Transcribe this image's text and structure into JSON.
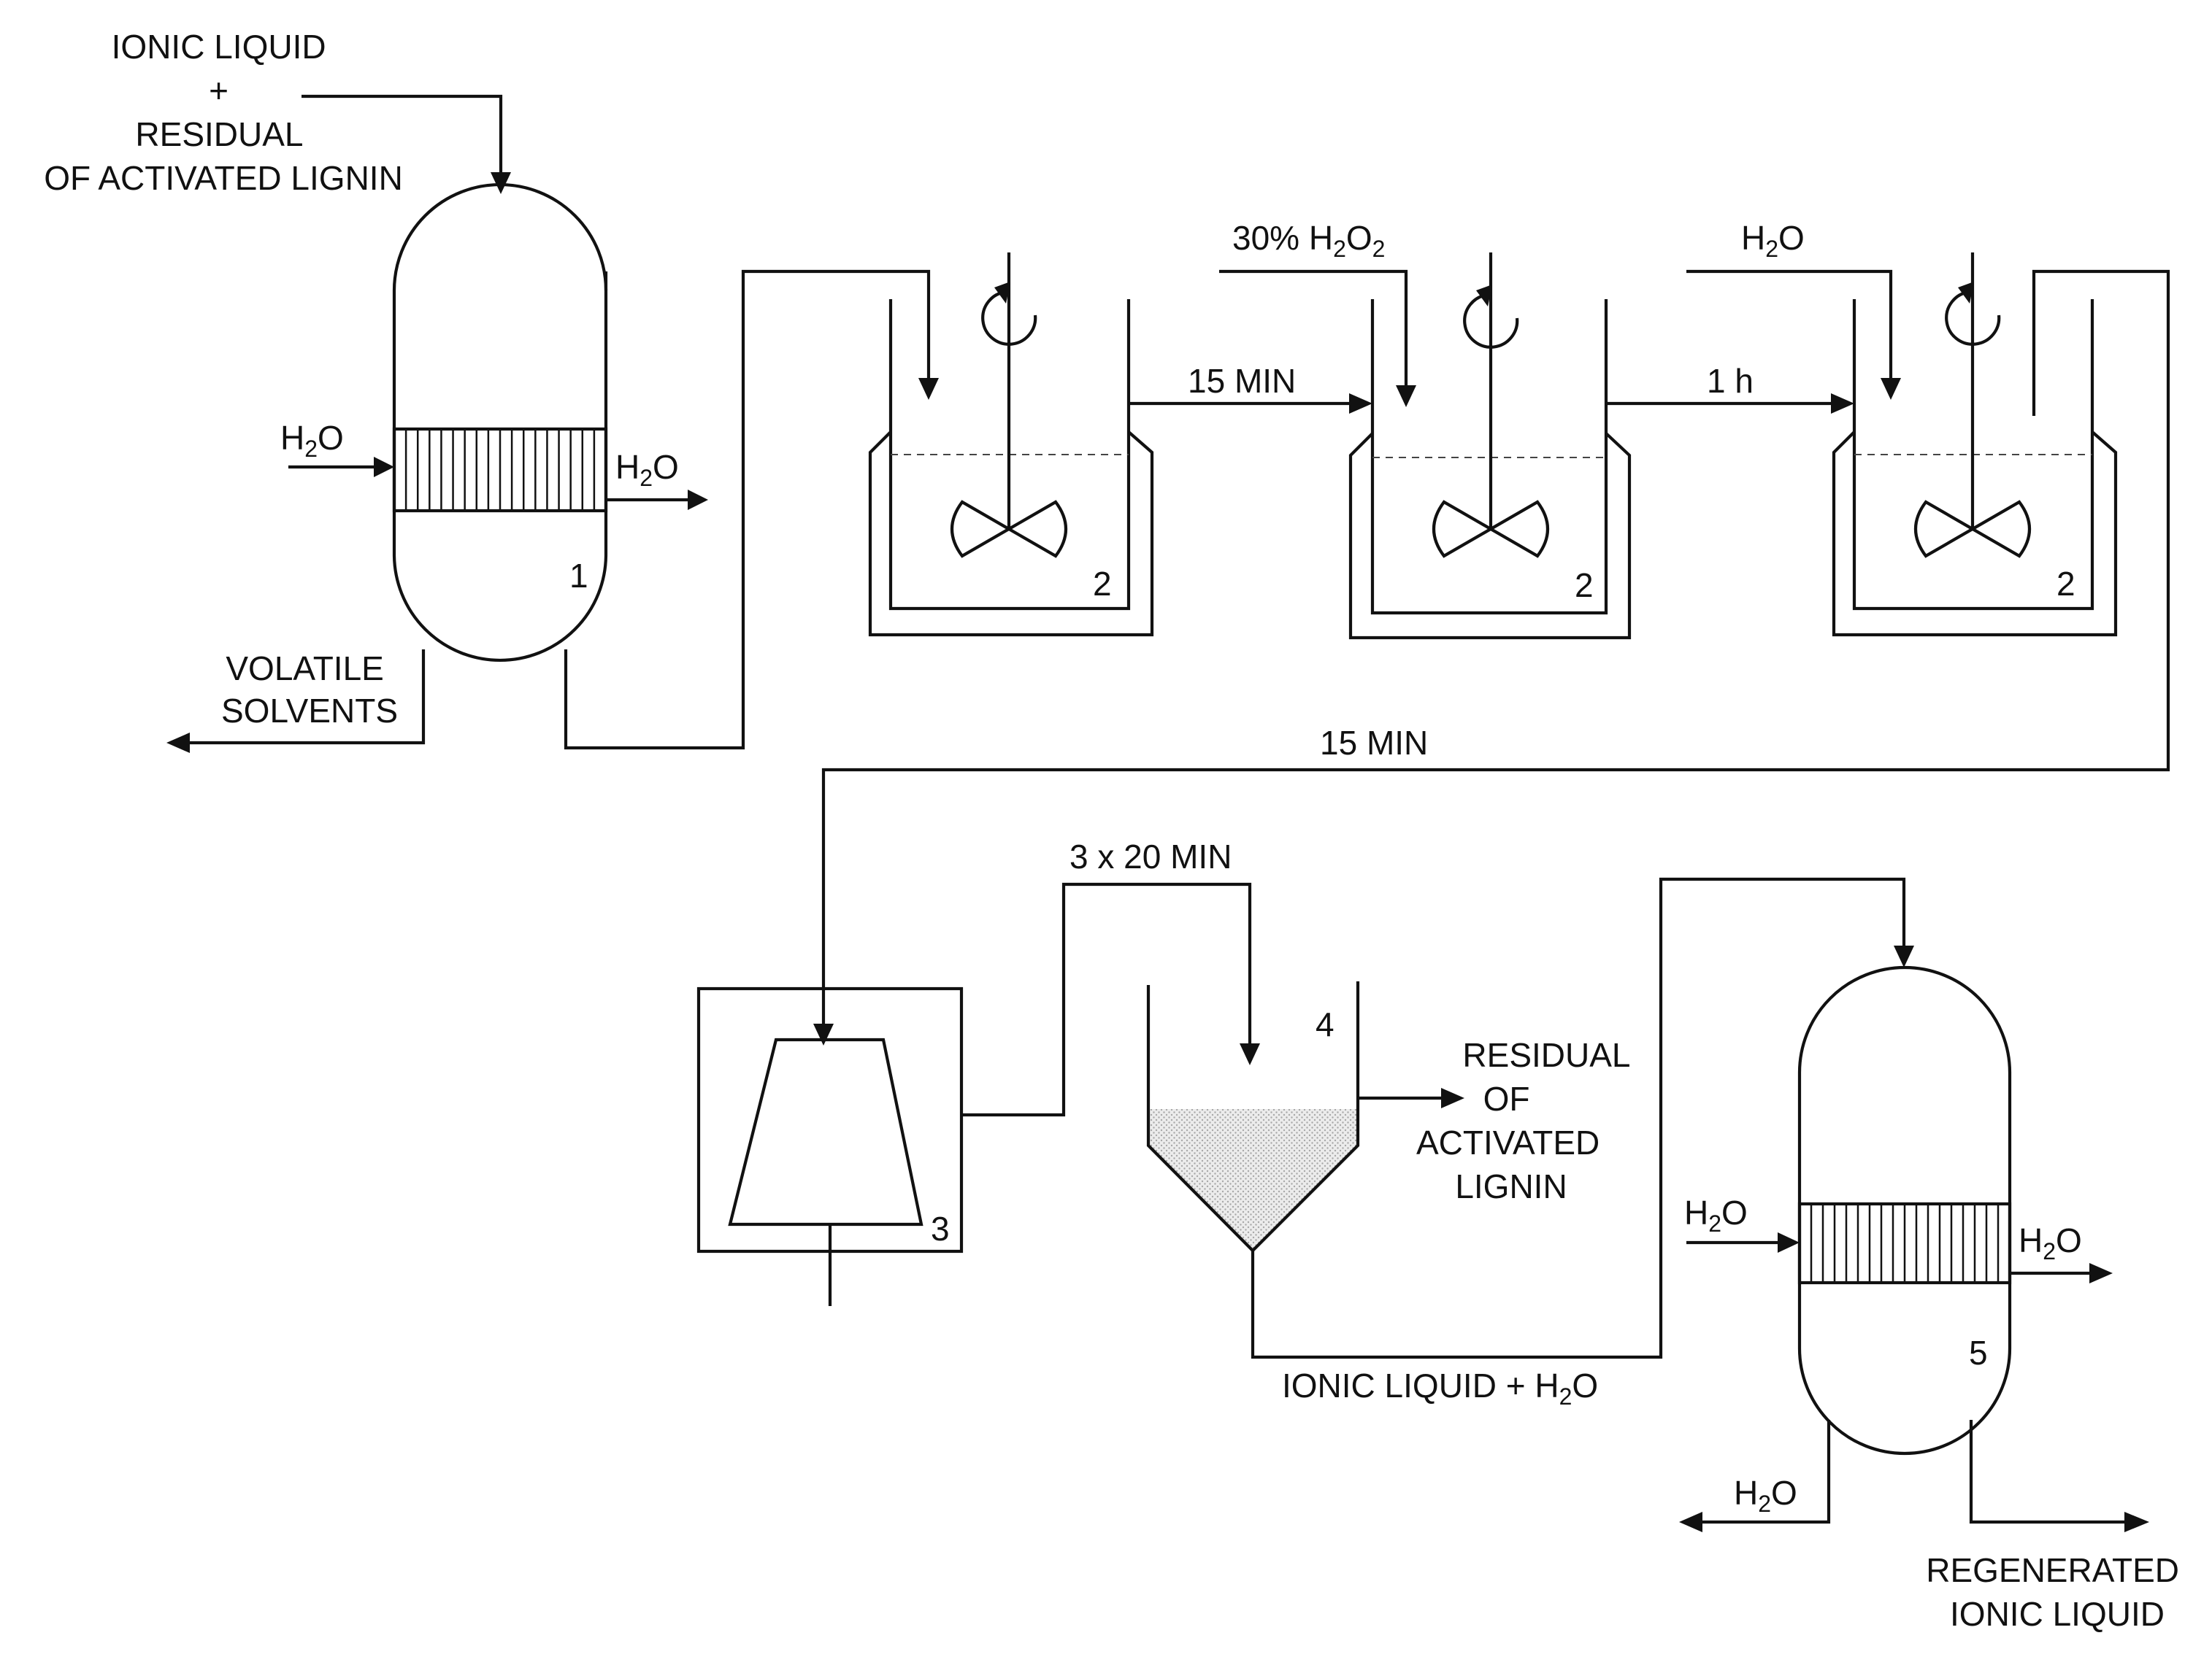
{
  "labels": {
    "feed_line1": "IONIC LIQUID",
    "feed_line2": "+",
    "feed_line3": "RESIDUAL",
    "feed_line4": "OF ACTIVATED LIGNIN",
    "volatile_line1": "VOLATILE",
    "volatile_line2": "SOLVENTS",
    "step_15min_a": "15 MIN",
    "step_1h": "1 h",
    "step_15min_b": "15 MIN",
    "step_3x20min": "3 x 20 MIN",
    "residual_line1": "RESIDUAL",
    "residual_line2": "OF",
    "residual_line3": "ACTIVATED",
    "residual_line4": "LIGNIN",
    "il_water_prefix": "IONIC LIQUID + H",
    "regen_line1": "REGENERATED",
    "regen_line2": "IONIC LIQUID",
    "h2o2_prefix": "30% H"
  },
  "chem": {
    "h": "H",
    "o": "O",
    "sub2": "2"
  },
  "unit_numbers": {
    "evaporator": "1",
    "reactor_a": "2",
    "reactor_b": "2",
    "reactor_c": "2",
    "centrifuge": "3",
    "settler": "4",
    "regenerator": "5"
  },
  "colors": {
    "line": "#111111",
    "sediment": "#d9d9d9"
  }
}
